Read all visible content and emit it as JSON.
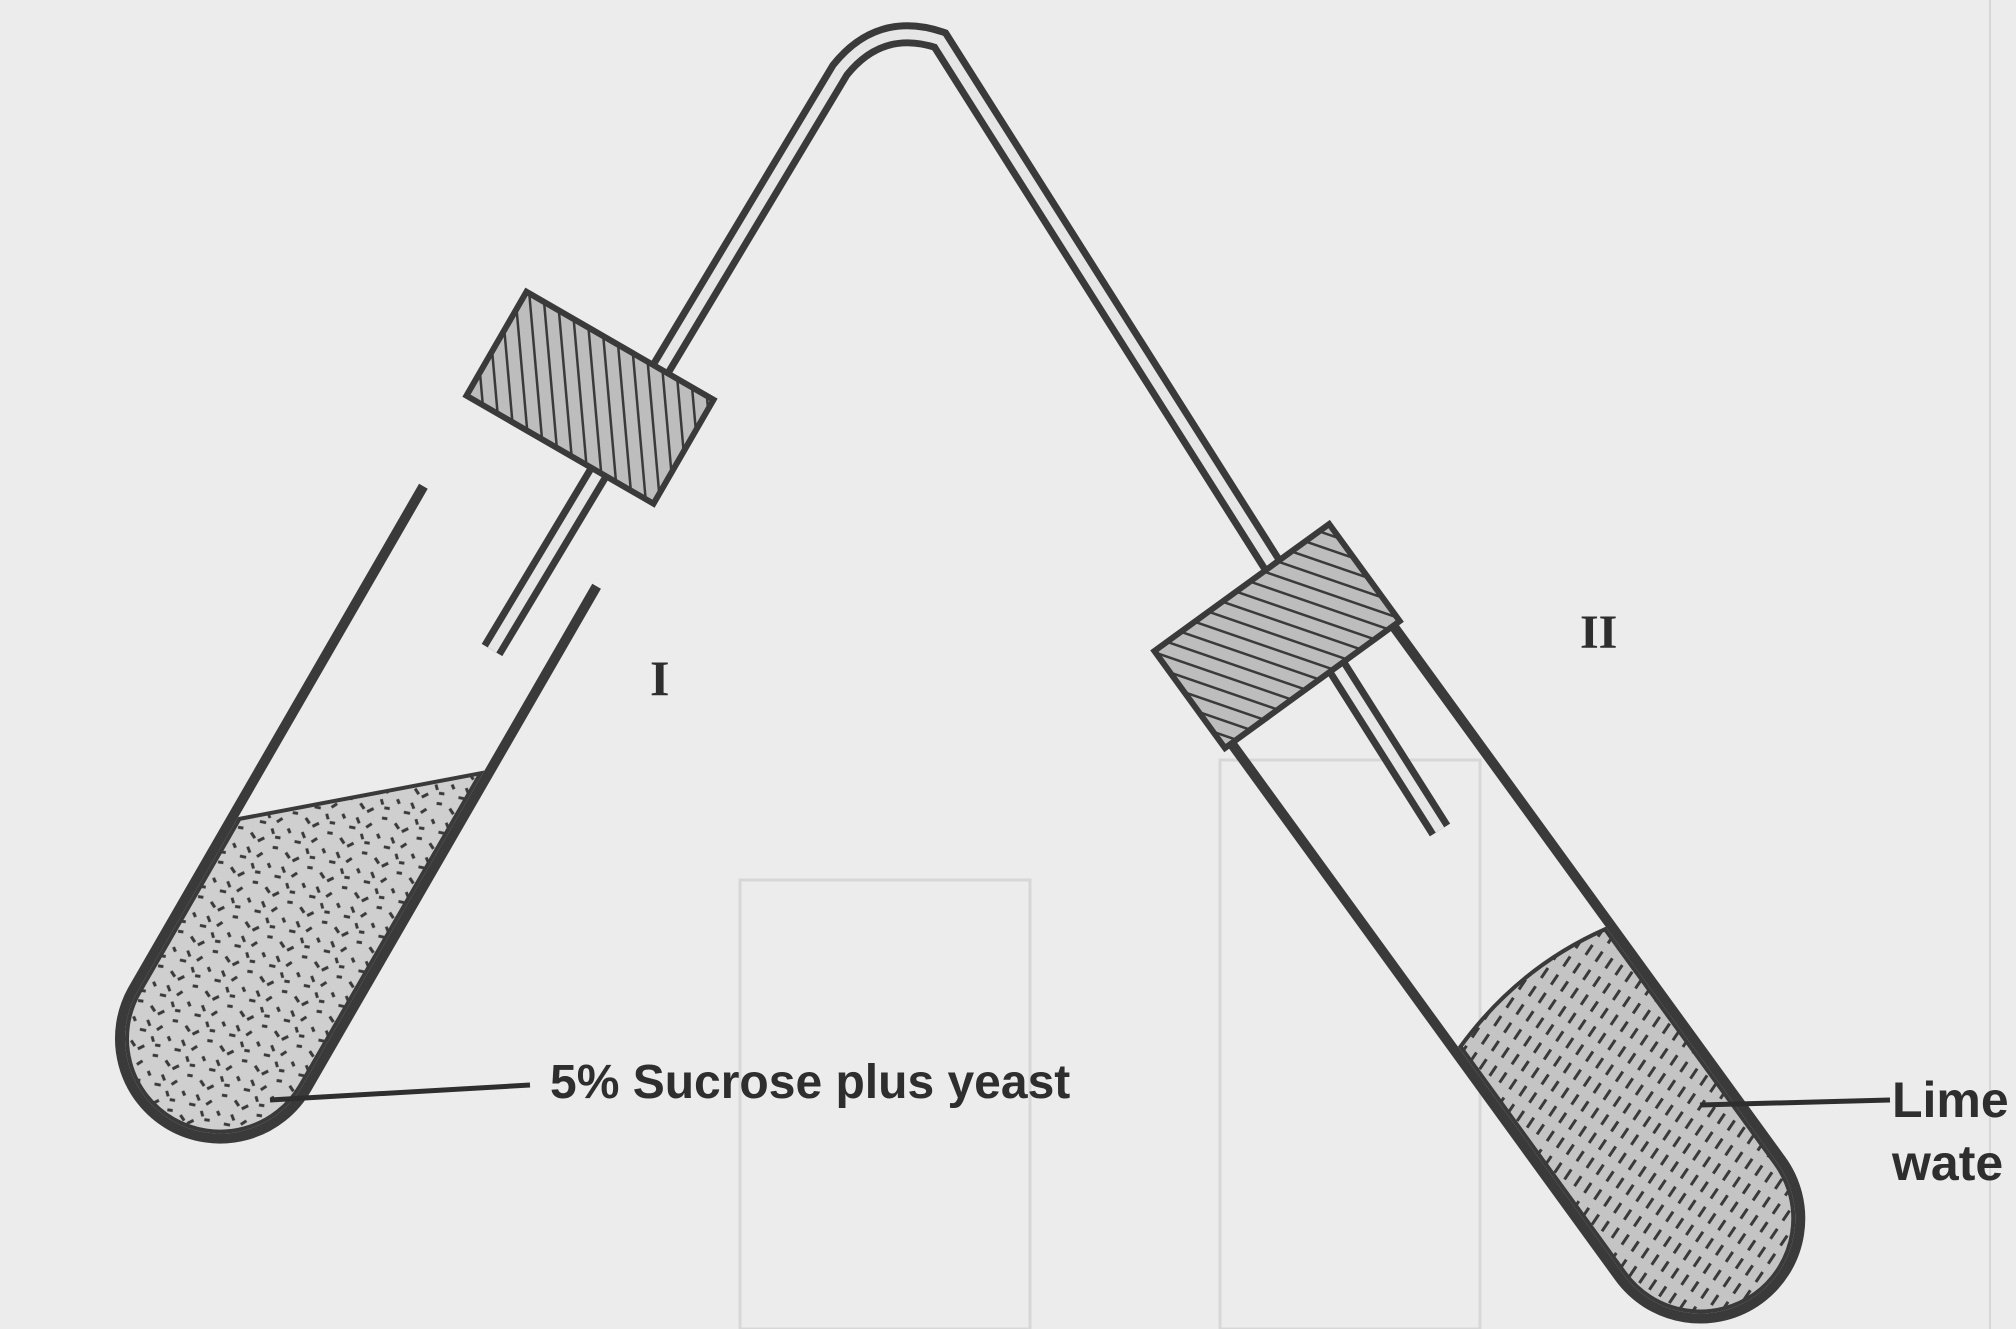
{
  "labels": {
    "tube_one": "I",
    "tube_two": "II",
    "sucrose": "5% Sucrose plus yeast",
    "lime_line1": "Lime",
    "lime_line2": "wate"
  },
  "colors": {
    "paper": "#ececec",
    "ink": "#3a3a3a",
    "text": "#2e2e2e"
  }
}
